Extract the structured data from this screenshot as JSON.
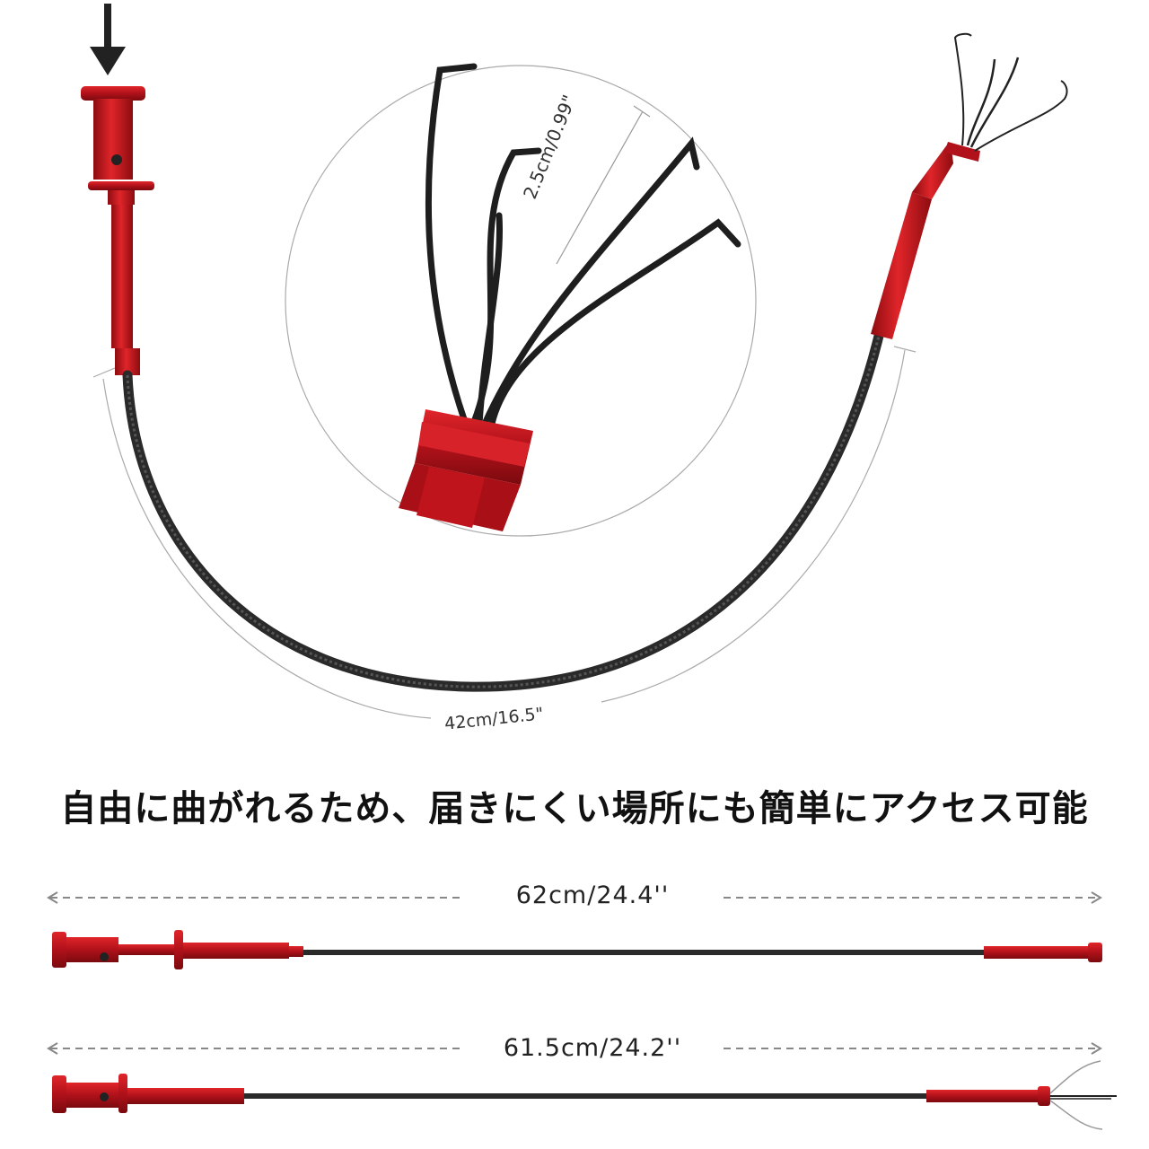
{
  "labels": {
    "claw_span": "2.5cm/0.99\"",
    "flex_length": "42cm/16.5\"",
    "headline": "自由に曲がれるため、届きにくい場所にも簡単にアクセス可能",
    "length_retracted": "62cm/24.4''",
    "length_extended": "61.5cm/24.2''"
  },
  "colors": {
    "tool_red": "#c8141a",
    "tool_red_dark": "#8c0c10",
    "hose": "#2a2a2a",
    "guide_line": "#999999",
    "dash": "#888888"
  },
  "icons": [
    "push-arrow-icon"
  ]
}
